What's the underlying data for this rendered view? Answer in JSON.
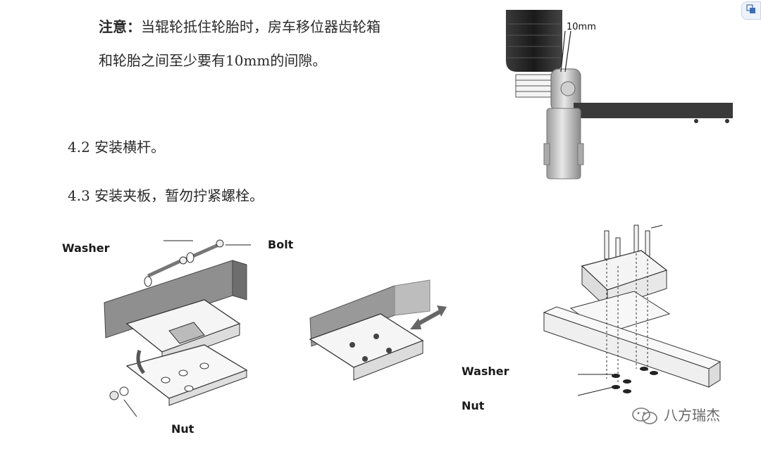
{
  "note": {
    "label": "注意：",
    "text_line1": "当辊轮抵住轮胎时，房车移位器齿轮箱",
    "text_line2": "和轮胎之间至少要有10mm的间隙。"
  },
  "steps": [
    {
      "text": "4.2  安装横杆。"
    },
    {
      "text": "4.3  安装夹板，暂勿拧紧螺栓。"
    }
  ],
  "top_diagram": {
    "label": "10mm"
  },
  "left_diagram": {
    "washer": "Washer",
    "bolt": "Bolt",
    "nut": "Nut"
  },
  "right_diagram": {
    "washer": "Washer",
    "nut": "Nut"
  },
  "watermark": {
    "text": "八方瑞杰"
  },
  "badge": {
    "icon": "translate-icon"
  }
}
